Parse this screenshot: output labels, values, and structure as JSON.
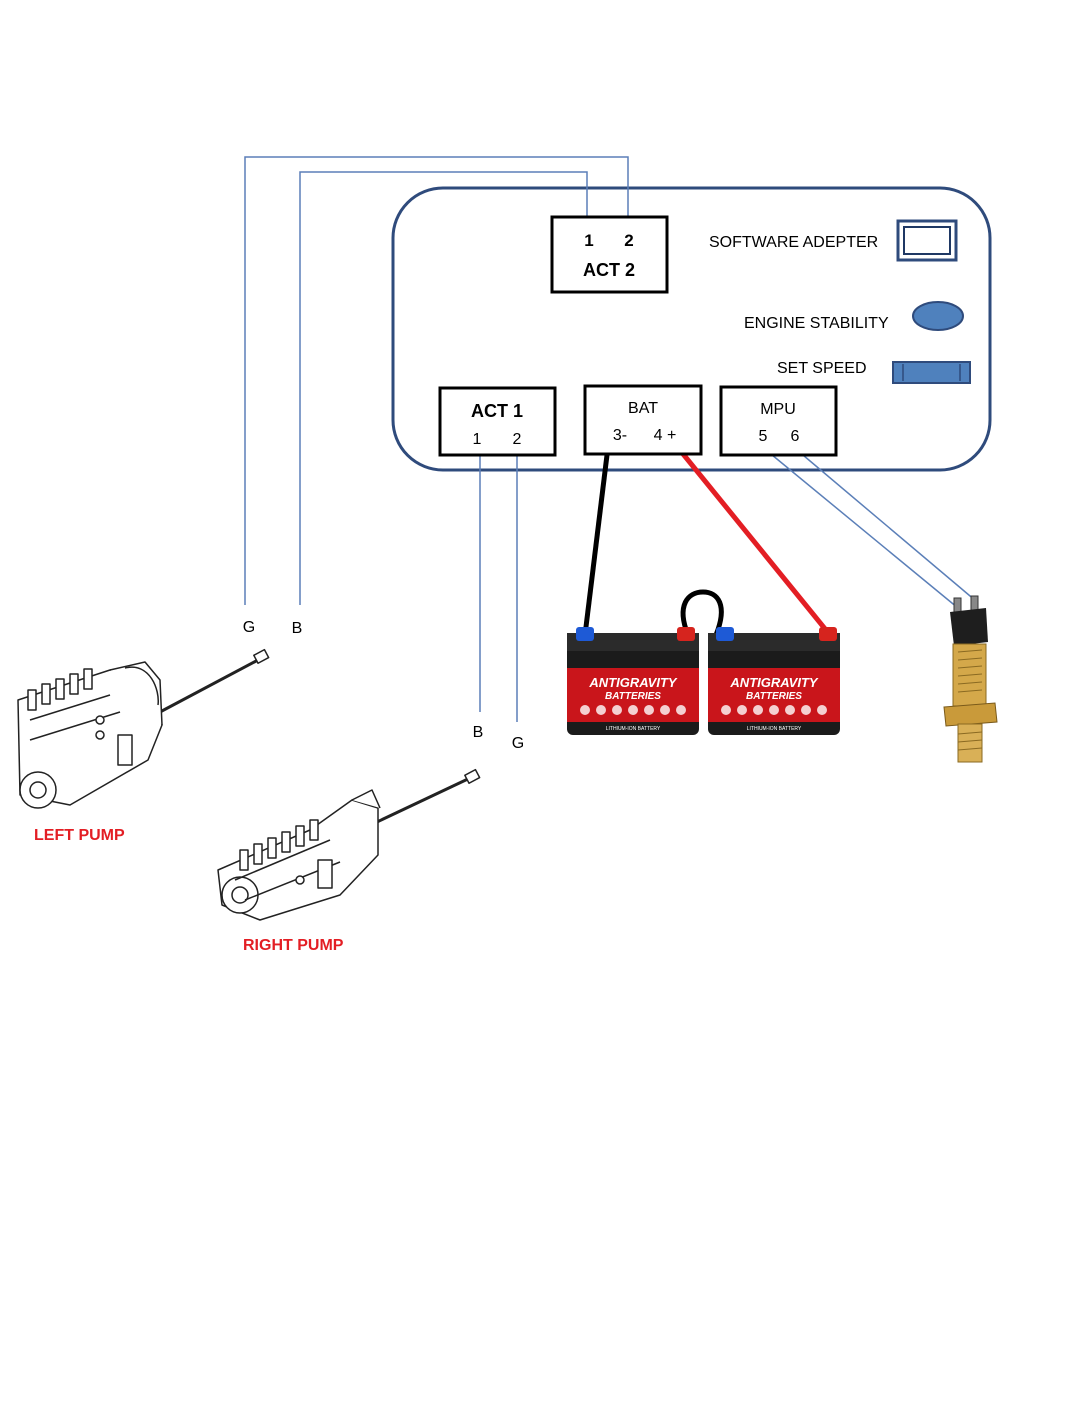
{
  "controller": {
    "act2": {
      "pin1": "1",
      "pin2": "2",
      "label": "ACT 2"
    },
    "act1": {
      "label": "ACT 1",
      "pin1": "1",
      "pin2": "2"
    },
    "bat": {
      "label": "BAT",
      "neg": "3-",
      "pos": "4 +"
    },
    "mpu": {
      "label": "MPU",
      "pin5": "5",
      "pin6": "6"
    },
    "software_adapter": "SOFTWARE ADEPTER",
    "engine_stability": "ENGINE STABILITY",
    "set_speed": "SET SPEED"
  },
  "wires": {
    "left_g": "G",
    "left_b": "B",
    "right_b": "B",
    "right_g": "G"
  },
  "battery": {
    "brand_line1": "ANTIGRAVITY",
    "brand_line2": "BATTERIES",
    "type": "LITHIUM-ION BATTERY"
  },
  "pumps": {
    "left": "LEFT PUMP",
    "right": "RIGHT PUMP"
  },
  "colors": {
    "controller_border": "#2f4b7c",
    "wire_blue": "#5b7fb8",
    "wire_red": "#e31e24",
    "wire_black": "#000000",
    "knob_fill": "#4f81bd",
    "pump_label": "#e31e24"
  }
}
